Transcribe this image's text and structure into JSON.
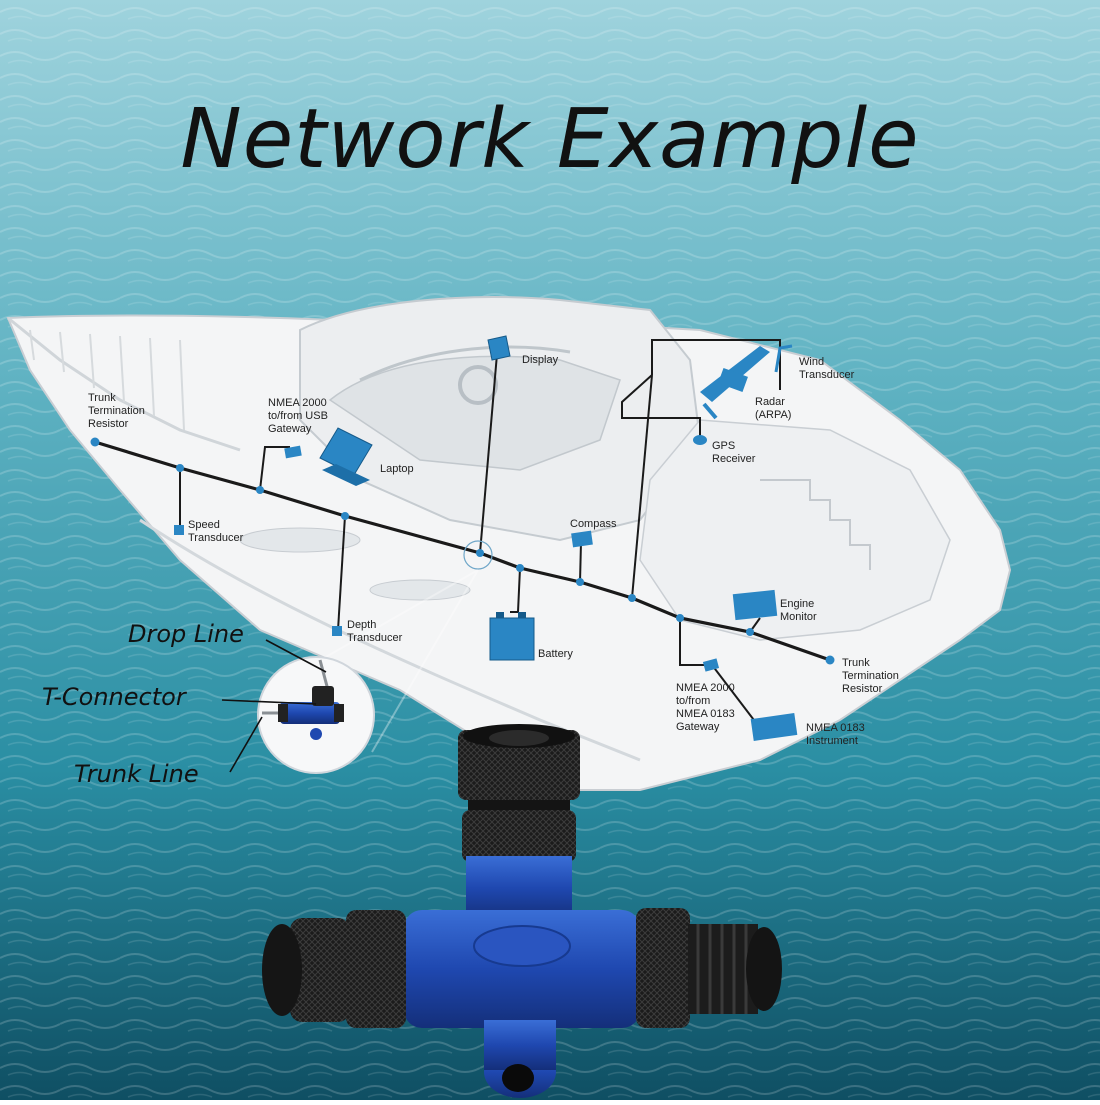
{
  "title": "Network Example",
  "labels": {
    "trunk_termination_left": [
      "Trunk",
      "Termination",
      "Resistor"
    ],
    "usb_gateway": [
      "NMEA 2000",
      "to/from USB",
      "Gateway"
    ],
    "laptop": "Laptop",
    "display": "Display",
    "wind": [
      "Wind",
      "Transducer"
    ],
    "radar": [
      "Radar",
      "(ARPA)"
    ],
    "gps": [
      "GPS",
      "Receiver"
    ],
    "speed": [
      "Speed",
      "Transducer"
    ],
    "compass": "Compass",
    "depth": [
      "Depth",
      "Transducer"
    ],
    "battery": "Battery",
    "engine": [
      "Engine",
      "Monitor"
    ],
    "trunk_termination_right": [
      "Trunk",
      "Termination",
      "Resistor"
    ],
    "nmea0183_gateway": [
      "NMEA 2000",
      "to/from",
      "NMEA 0183",
      "Gateway"
    ],
    "nmea0183_instrument": [
      "NMEA 0183",
      "Instrument"
    ]
  },
  "callouts": {
    "drop_line": "Drop Line",
    "t_connector": "T-Connector",
    "trunk_line": "Trunk Line"
  },
  "colors": {
    "sea_light": "#5fb6c6",
    "sea_dark": "#0f4f63",
    "device_blue": "#2a86c4",
    "connector_blue": "#1f48b0",
    "cable": "#1a1a1a"
  }
}
